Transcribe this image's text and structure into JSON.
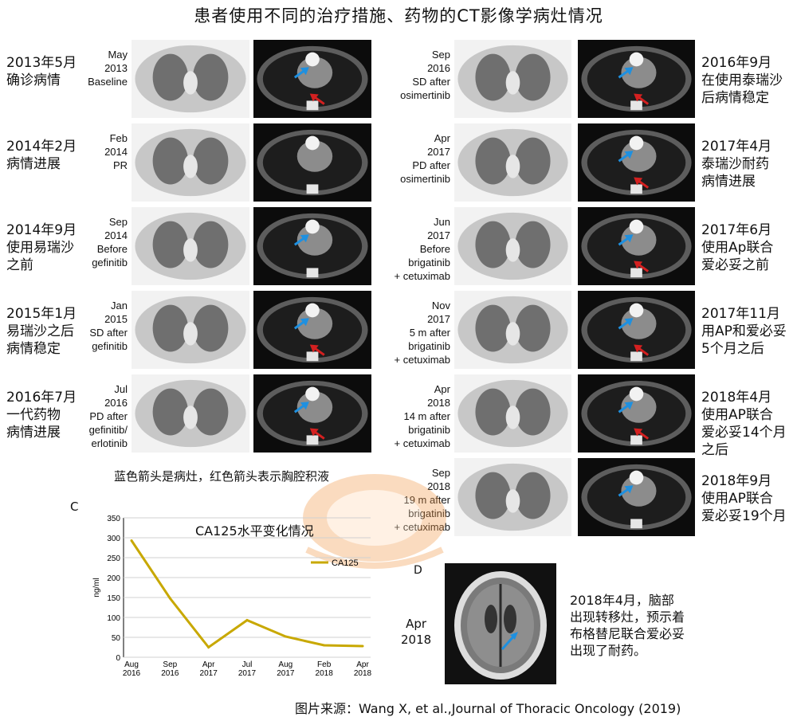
{
  "title": "患者使用不同的治疗措施、药物的CT影像学病灶情况",
  "left_rows": [
    {
      "cn": [
        "2013年5月",
        "确诊病情"
      ],
      "en": [
        "May",
        "2013",
        "Baseline"
      ],
      "blue": true,
      "red": true
    },
    {
      "cn": [
        "2014年2月",
        "病情进展"
      ],
      "en": [
        "Feb",
        "2014",
        "PR"
      ],
      "blue": false,
      "red": false
    },
    {
      "cn": [
        "2014年9月",
        "使用易瑞沙",
        "之前"
      ],
      "en": [
        "Sep",
        "2014",
        "Before",
        "gefinitib"
      ],
      "blue": true,
      "red": false
    },
    {
      "cn": [
        "2015年1月",
        "易瑞沙之后",
        "病情稳定"
      ],
      "en": [
        "Jan",
        "2015",
        "SD after",
        "gefinitib"
      ],
      "blue": true,
      "red": true
    },
    {
      "cn": [
        "2016年7月",
        "一代药物",
        "病情进展"
      ],
      "en": [
        "Jul",
        "2016",
        "PD after",
        "gefinitib/",
        "erlotinib"
      ],
      "blue": true,
      "red": true
    }
  ],
  "right_rows": [
    {
      "cn": [
        "2016年9月",
        "在使用泰瑞沙",
        "后病情稳定"
      ],
      "en": [
        "Sep",
        "2016",
        "SD after",
        "osimertinib"
      ],
      "blue": true,
      "red": true
    },
    {
      "cn": [
        "2017年4月",
        "泰瑞沙耐药",
        "病情进展"
      ],
      "en": [
        "Apr",
        "2017",
        "PD after",
        "osimertinib"
      ],
      "blue": true,
      "red": true
    },
    {
      "cn": [
        "2017年6月",
        "使用Ap联合",
        "爱必妥之前"
      ],
      "en": [
        "Jun",
        "2017",
        "Before",
        "brigatinib",
        "+ cetuximab"
      ],
      "blue": true,
      "red": true
    },
    {
      "cn": [
        "2017年11月",
        "用AP和爱必妥",
        "5个月之后"
      ],
      "en": [
        "Nov",
        "2017",
        "5 m after",
        "brigatinib",
        "+ cetuximab"
      ],
      "blue": true,
      "red": true
    },
    {
      "cn": [
        "2018年4月",
        "使用AP联合",
        "爱必妥14个月之后"
      ],
      "en": [
        "Apr",
        "2018",
        "14 m after",
        "brigatinib",
        "+ cetuximab"
      ],
      "blue": true,
      "red": true
    },
    {
      "cn": [
        "2018年9月",
        "使用AP联合",
        "爱必妥19个月"
      ],
      "en": [
        "Sep",
        "2018",
        "19 m after",
        "brigatinib",
        "+ cetuximab"
      ],
      "blue": true,
      "red": false
    }
  ],
  "arrow_note": "蓝色箭头是病灶，红色箭头表示胸腔积液",
  "panel_c": "C",
  "panel_d": "D",
  "chart_data": {
    "type": "line",
    "title": "CA125水平变化情况",
    "ylabel": "ng/ml",
    "xlabel": "",
    "categories": [
      "Aug 2016",
      "Sep 2016",
      "Apr 2017",
      "Jul 2017",
      "Aug 2017",
      "Feb 2018",
      "Apr 2018"
    ],
    "series": [
      {
        "name": "CA125",
        "values": [
          293,
          148,
          25,
          93,
          52,
          30,
          28
        ],
        "color": "#c8a800"
      }
    ],
    "ylim": [
      0,
      350
    ],
    "yticks": [
      0,
      50,
      100,
      150,
      200,
      250,
      300,
      350
    ],
    "legend": "top-right"
  },
  "brain": {
    "label": [
      "Apr",
      "2018"
    ],
    "text": [
      "2018年4月，脑部",
      "出现转移灶，预示着",
      "布格替尼联合爱必妥",
      "出现了耐药。"
    ]
  },
  "source": "图片来源：Wang X, et al.,Journal of Thoracic Oncology (2019)",
  "colors": {
    "blue_arrow": "#1e90e0",
    "red_arrow": "#d42020",
    "line": "#c8a800"
  }
}
